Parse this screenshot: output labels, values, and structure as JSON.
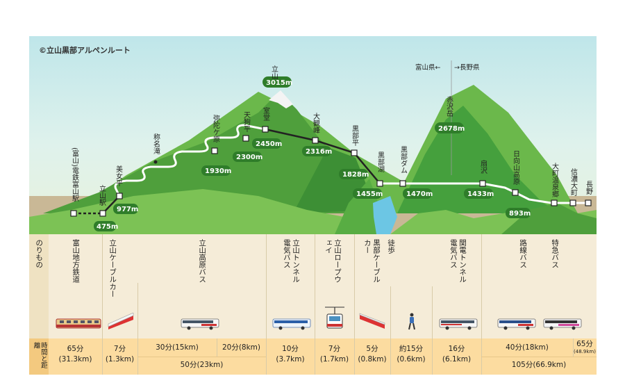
{
  "copyright": "©立山黒部アルペンルート",
  "prefecture_border": {
    "left": "富山県←",
    "right": "→長野県"
  },
  "peaks": [
    {
      "name": "立山",
      "elevation": "3015m"
    },
    {
      "name": "赤沢岳",
      "elevation": "2678m"
    }
  ],
  "waterfall": "称名滝",
  "stations": [
    {
      "name": "(富山)電鉄富山駅",
      "vertical": "(富山)\n電鉄富山駅"
    },
    {
      "name": "立山駅",
      "elevation": "475m"
    },
    {
      "name": "美女平",
      "elevation": "977m"
    },
    {
      "name": "弥陀ケ原",
      "elevation": "1930m"
    },
    {
      "name": "天狗平",
      "elevation": "2300m"
    },
    {
      "name": "室堂",
      "elevation": "2450m"
    },
    {
      "name": "大観峰",
      "elevation": "2316m"
    },
    {
      "name": "黒部平",
      "elevation": "1828m"
    },
    {
      "name": "黒部湖",
      "elevation": "1455m"
    },
    {
      "name": "黒部ダム",
      "elevation": "1470m"
    },
    {
      "name": "扇沢",
      "elevation": "1433m"
    },
    {
      "name": "日向山高原",
      "elevation": "893m"
    },
    {
      "name": "大町温泉郷"
    },
    {
      "name": "信濃大町"
    },
    {
      "name": "長野"
    }
  ],
  "table": {
    "row_label": "のりもの",
    "time_label": "時間と距離",
    "vehicles": [
      {
        "name": "富山地方鉄道",
        "icon": "train-icon"
      },
      {
        "name": "立山ケーブルカー",
        "icon": "cable-car-icon"
      },
      {
        "name": "立山高原バス",
        "icon": "bus-icon"
      },
      {
        "name": "立山トンネル電気バス",
        "icon": "electric-bus-icon"
      },
      {
        "name": "立山ロープウェイ",
        "icon": "ropeway-icon"
      },
      {
        "name": "黒部ケーブルカー",
        "icon": "cable-car-icon"
      },
      {
        "name": "徒歩",
        "icon": "walker-icon"
      },
      {
        "name": "関電トンネル電気バス",
        "icon": "electric-bus-icon"
      },
      {
        "name": "路線バス",
        "icon": "bus-icon"
      },
      {
        "name": "特急バス",
        "icon": "express-bus-icon"
      }
    ],
    "times": [
      {
        "time": "65分",
        "dist": "(31.3km)"
      },
      {
        "time": "7分",
        "dist": "(1.3km)"
      },
      {
        "time": "30分(15km)"
      },
      {
        "time": "20分(8km)"
      },
      {
        "time": "50分(23km)"
      },
      {
        "time": "10分",
        "dist": "(3.7km)"
      },
      {
        "time": "7分",
        "dist": "(1.7km)"
      },
      {
        "time": "5分",
        "dist": "(0.8km)"
      },
      {
        "time": "約15分",
        "dist": "(0.6km)"
      },
      {
        "time": "16分",
        "dist": "(6.1km)"
      },
      {
        "time": "40分(18km)"
      },
      {
        "time": "65分",
        "dist": "(48.9km)"
      },
      {
        "time": "105分(66.9km)"
      }
    ]
  },
  "colors": {
    "mountain_dark": "#3f9a3a",
    "mountain_light": "#7cc255",
    "pill": "#2f7d2a",
    "water": "#6cc6e4",
    "band": "#fcdca0"
  }
}
